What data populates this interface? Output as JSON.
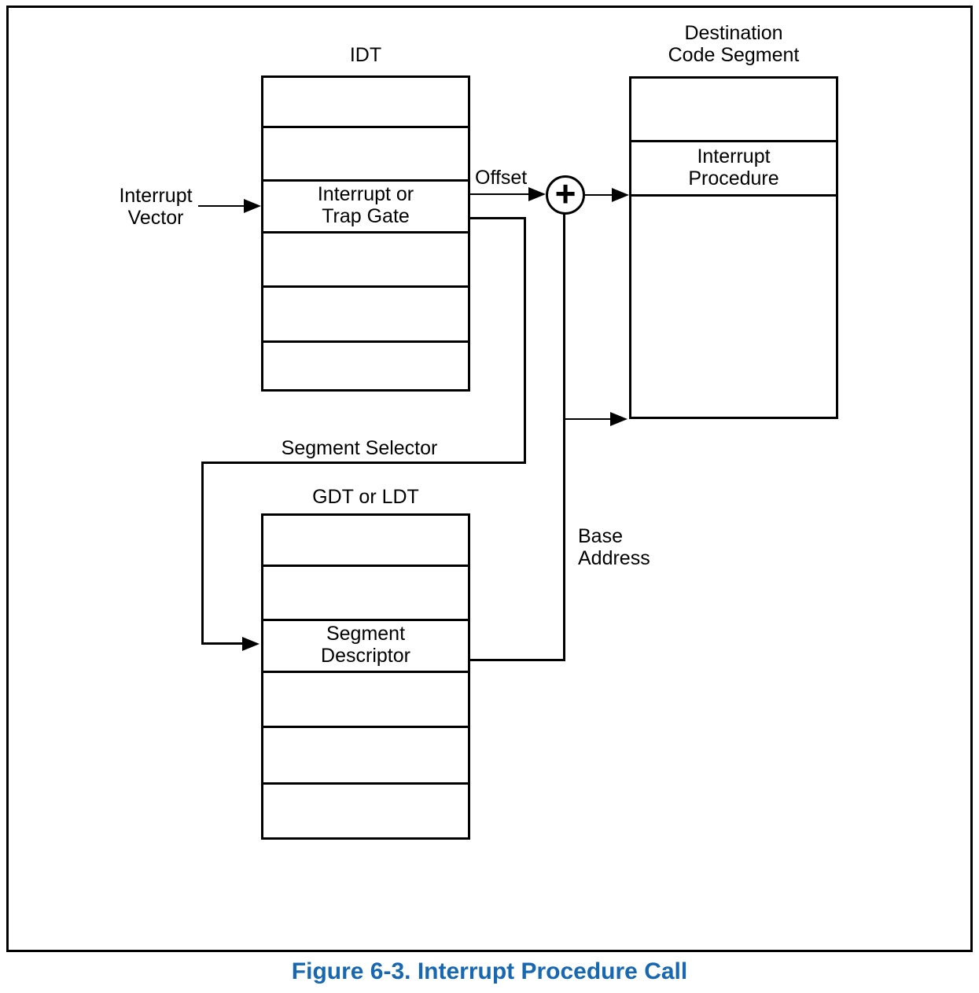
{
  "figure": {
    "caption": "Figure 6-3.  Interrupt Procedure Call",
    "caption_color": "#1767b1"
  },
  "idt": {
    "title": "IDT",
    "row_count": 6,
    "gate_row": {
      "line1": "Interrupt or",
      "line2": "Trap Gate"
    }
  },
  "gdt": {
    "title": "GDT or LDT",
    "row_count": 6,
    "descriptor_row": {
      "line1": "Segment",
      "line2": "Descriptor"
    }
  },
  "destination": {
    "title_line1": "Destination",
    "title_line2": "Code Segment",
    "procedure_row": {
      "line1": "Interrupt",
      "line2": "Procedure"
    }
  },
  "annotations": {
    "interrupt_vector_line1": "Interrupt",
    "interrupt_vector_line2": "Vector",
    "offset": "Offset",
    "segment_selector": "Segment Selector",
    "base_address_line1": "Base",
    "base_address_line2": "Address",
    "adder_symbol": "+"
  },
  "colors": {
    "line": "#000000",
    "background": "#ffffff"
  }
}
